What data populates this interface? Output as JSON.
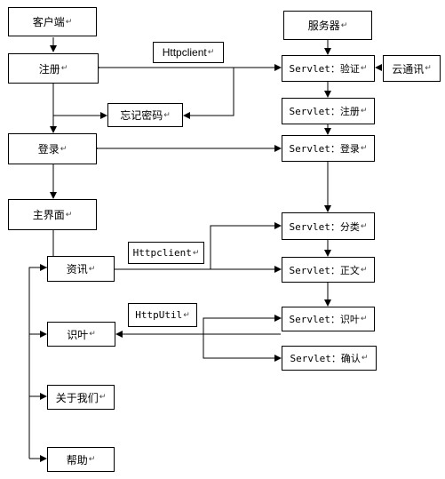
{
  "pilcrow": "↵",
  "nodes": {
    "client": "客户端",
    "server": "服务器",
    "register": "注册",
    "httpclient_top": "Httpclient",
    "servlet_verify": "Servlet：验证",
    "yuntongxun": "云通讯",
    "forgot_password": "忘记密码",
    "servlet_register": "Servlet：注册",
    "login": "登录",
    "servlet_login": "Servlet：登录",
    "main_ui": "主界面",
    "servlet_category": "Servlet：分类",
    "httpclient_mid": "Httpclient",
    "news": "资讯",
    "servlet_article": "Servlet：正文",
    "httputil": "HttpUtil",
    "leaf_id": "识叶",
    "servlet_leaf_id": "Servlet：识叶",
    "servlet_confirm": "Servlet：确认",
    "about_us": "关于我们",
    "help": "帮助"
  }
}
